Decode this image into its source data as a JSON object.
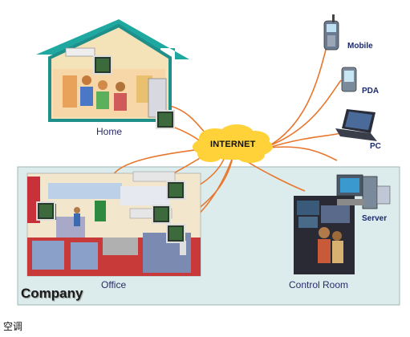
{
  "diagram": {
    "center": "INTERNET",
    "nodes": {
      "home": "Home",
      "mobile": "Mobile",
      "pda": "PDA",
      "pc": "PC",
      "server": "Server",
      "office": "Office",
      "control_room": "Control Room",
      "company": "Company"
    },
    "caption": "空调"
  },
  "colors": {
    "house_roof": "#1fa8a0",
    "cloud": "#ffd23a",
    "links": "#e8772c",
    "company_panel": "#dcecec"
  }
}
